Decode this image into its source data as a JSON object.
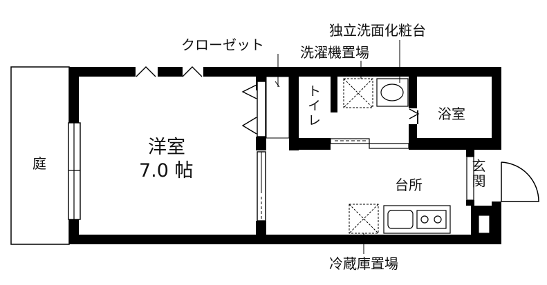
{
  "labels": {
    "garden": "庭",
    "western_room": "洋室",
    "western_room_size": "7.0 帖",
    "closet": "クローゼット",
    "washer_space": "洗濯機置場",
    "vanity": "独立洗面化粧台",
    "toilet": "トイレ",
    "bath": "浴室",
    "kitchen": "台所",
    "entrance": "玄関",
    "fridge_space": "冷蔵庫置場"
  }
}
